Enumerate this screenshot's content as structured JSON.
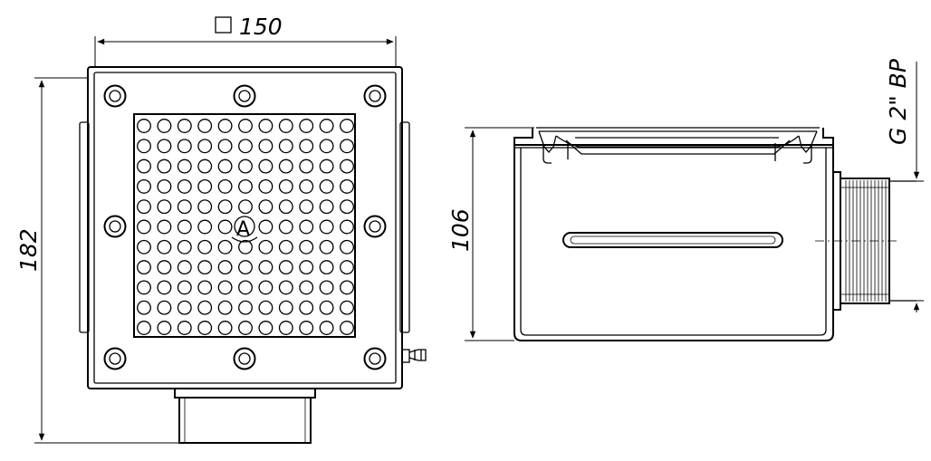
{
  "dimensions": {
    "width_label": "150",
    "height_label": "182",
    "depth_label": "106",
    "thread_label": "G 2\" BP"
  },
  "grate": {
    "cols": 11,
    "rows": 11,
    "logo_letter": "A"
  },
  "colors": {
    "stroke": "#000000",
    "background": "#ffffff"
  }
}
